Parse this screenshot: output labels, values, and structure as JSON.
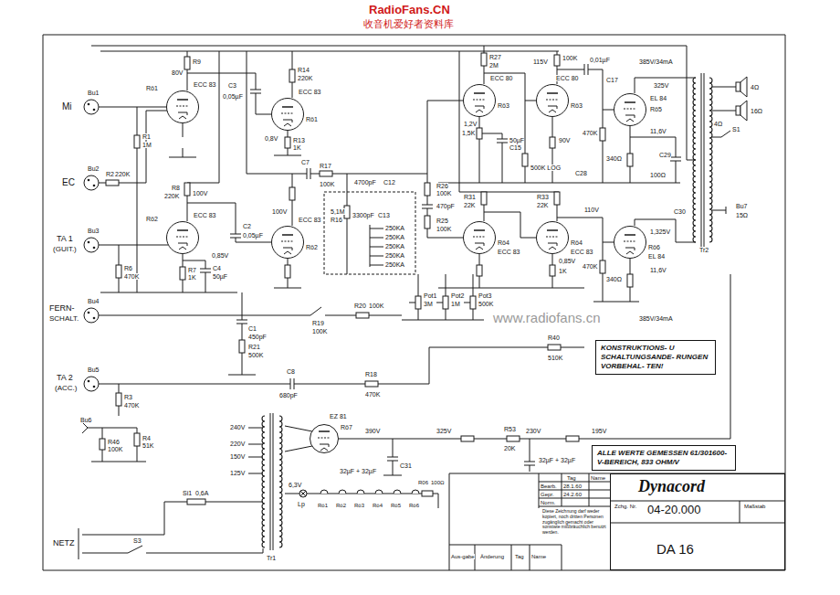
{
  "diagram": {
    "nodes": [
      {
        "text": [
          "Rö1",
          "ECC 83"
        ]
      },
      {
        "text": [
          "Rö1",
          "ECC 83"
        ]
      },
      {
        "text": [
          "Rö3",
          "ECC 80"
        ]
      },
      {
        "text": [
          "Rö3",
          "ECC 80"
        ]
      },
      {
        "text": [
          "Rö5",
          "EL 84"
        ]
      },
      {
        "text": [
          "Rö2",
          "ECC 83"
        ]
      },
      {
        "text": [
          "Rö2",
          "ECC 83"
        ]
      },
      {
        "text": [
          "Rö4",
          "ECC 83"
        ]
      },
      {
        "text": [
          "Rö4",
          "ECC 83"
        ]
      },
      {
        "text": [
          "Rö6",
          "EL 84"
        ]
      },
      {
        "text": [
          "KONSTRUKTIONS- U SCHALTUNGSANDE- RUNGEN VORBEHAL- TEN!"
        ]
      },
      {
        "text": [
          "EZ 81",
          "Rö7"
        ]
      },
      {
        "text": [
          "ALLE WERTE GEMESSEN 61/301600-V-BEREICH, 833 OHM/V"
        ]
      },
      {
        "text": [
          "Dynacord",
          "Zchg. Nr.",
          "04-20.000",
          "Maßstab",
          "DA 16"
        ]
      }
    ],
    "labels": [
      "RadioFans.CN",
      "收音机爱好者资料库",
      "www.radiofans.cn",
      "Mi",
      "Bu1",
      "EC",
      "Bu2",
      "TA 1",
      "(GUIT.)",
      "Bu3",
      "FERN-",
      "SCHALT.",
      "Bu4",
      "TA 2",
      "(ACC.)",
      "Bu5",
      "Bu6",
      "NETZ",
      "R1",
      "1M",
      "R2",
      "220K",
      "R9",
      "80V",
      "R8",
      "220K",
      "100V",
      "R6",
      "470K",
      "R7",
      "1K",
      "C4",
      "50µF",
      "0,85V",
      "C2",
      "0,05µF",
      "C3",
      "0,05µF",
      "220K",
      "R14",
      "0,8V",
      "R13",
      "1K",
      "100V",
      "C7",
      "R17",
      "100K",
      "5,1M",
      "R16",
      "4700pF",
      "C12",
      "3300pF",
      "C13",
      "250KA",
      "250KA",
      "250KA",
      "250KA",
      "250KA",
      "R26",
      "100K",
      "470pF",
      "R25",
      "100K",
      "Pot1",
      "3M",
      "Pot2",
      "1M",
      "Pot3",
      "500K",
      "C8",
      "680pF",
      "R20",
      "100K",
      "R18",
      "470K",
      "C1",
      "450pF",
      "R21",
      "500K",
      "R19",
      "100K",
      "2M",
      "R27",
      "100K",
      "115V",
      "1,2V",
      "1,5K",
      "50µF",
      "C15",
      "0,01µF",
      "C17",
      "500K LOG",
      "90V",
      "470K",
      "C28",
      "R31",
      "22K",
      "R33",
      "22K",
      "110V",
      "0,85V",
      "1K",
      "510K",
      "R40",
      "385V/34mA",
      "325V",
      "11,6V",
      "340Ω",
      "100Ω",
      "C29",
      "470K",
      "11,6V",
      "1,325V",
      "340Ω",
      "C30",
      "385V/34mA",
      "4Ω",
      "16Ω",
      "4Ω",
      "S1",
      "Bu7",
      "15Ω",
      "Tr2",
      "240V",
      "220V",
      "150V",
      "125V",
      "Si1",
      "0,6A",
      "Tr1",
      "6,3V",
      "Lp",
      "390V",
      "C31",
      "32µF + 32µF",
      "325V",
      "R53",
      "20K",
      "230V",
      "195V",
      "32µF + 32µF",
      "R06",
      "100Ω",
      "S3",
      "R46",
      "100K",
      "R4",
      "51K",
      "R3",
      "470K",
      "Tag",
      "Name",
      "Bearb.",
      "28.1.60",
      "Gepr.",
      "24.2.60",
      "Norm.",
      "Aus-gabe",
      "Änderung",
      "Tag",
      "Name",
      "Diese Zeichnung darf weder kopiert, noch dritten Personen zugänglich gemacht oder sonstwie mißbräuchlich benutzt werden.",
      "Rö1",
      "Rö2",
      "Rö3",
      "Rö4",
      "Rö5",
      "Rö6"
    ]
  }
}
